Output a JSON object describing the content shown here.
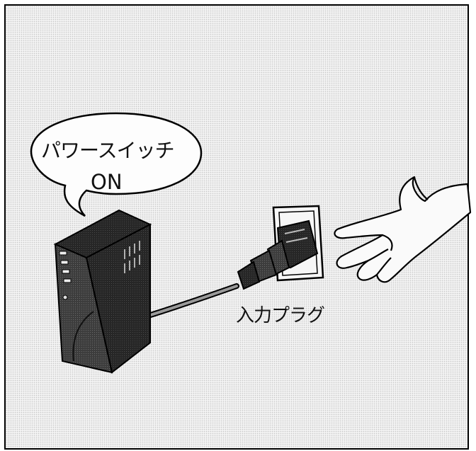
{
  "bubble": {
    "line1": "パワースイッチ",
    "line2": "ON"
  },
  "plug_label": "入力プラグ",
  "colors": {
    "ink": "#111111",
    "device_body": "#3a3a3a",
    "device_side": "#2a2a2a",
    "background_dots": "#c9c9c9",
    "paper": "#f3f3f3"
  }
}
